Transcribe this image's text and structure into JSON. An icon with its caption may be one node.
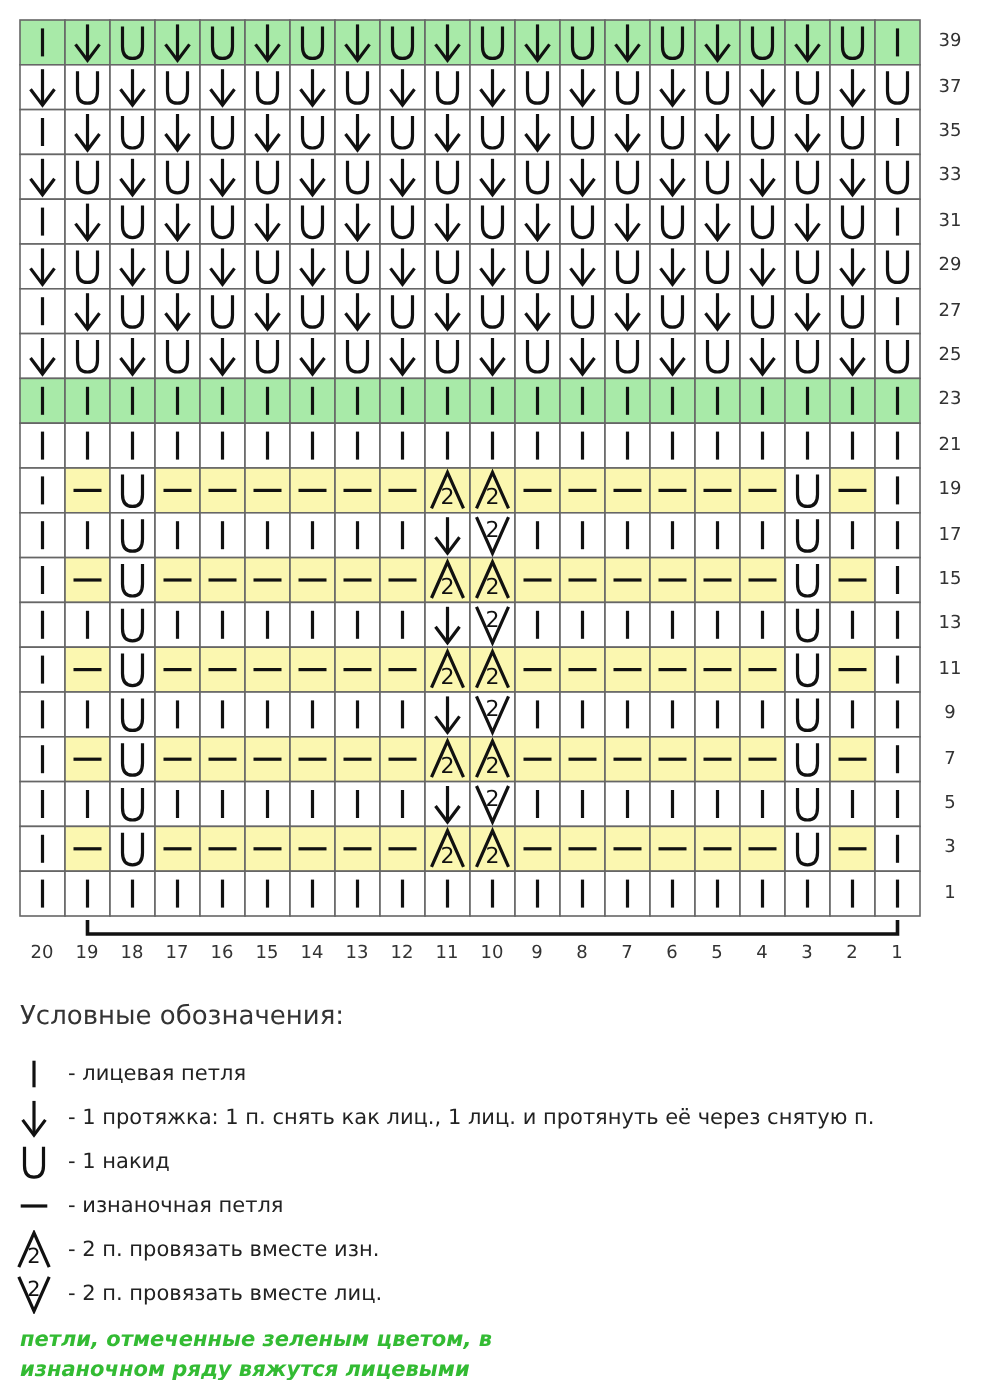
{
  "diagram": {
    "labels": [
      "39",
      "37",
      "35",
      "33",
      "31",
      "29",
      "27",
      "25",
      "23",
      "21",
      "19",
      "17",
      "15",
      "13",
      "11",
      "9",
      "7",
      "5",
      "3",
      "1",
      "20",
      "19",
      "18",
      "17",
      "16",
      "15",
      "14",
      "13",
      "12",
      "11",
      "10",
      "9",
      "8",
      "7",
      "6",
      "5",
      "4",
      "3",
      "2",
      "1",
      "Условные обозначения:",
      "петли, отмеченные зеленым цветом, в изнаночном ряду вяжутся лицевыми",
      "2",
      "2",
      "2",
      "2",
      "2",
      "2",
      "2",
      "2",
      "2",
      "2",
      "2",
      "2",
      "2",
      "2",
      "2",
      "2"
    ],
    "legend": [
      {
        "text": "- лицевая петля"
      },
      {
        "text": "- 1 протяжка: 1 п. снять как лиц., 1 лиц. и протянуть её через снятую п."
      },
      {
        "text": "- 1 накид"
      },
      {
        "text": "- изнаночная петля"
      },
      {
        "text": "- 2 п. провязать вместе изн."
      },
      {
        "text": "- 2 п. провязать вместе лиц."
      }
    ]
  }
}
